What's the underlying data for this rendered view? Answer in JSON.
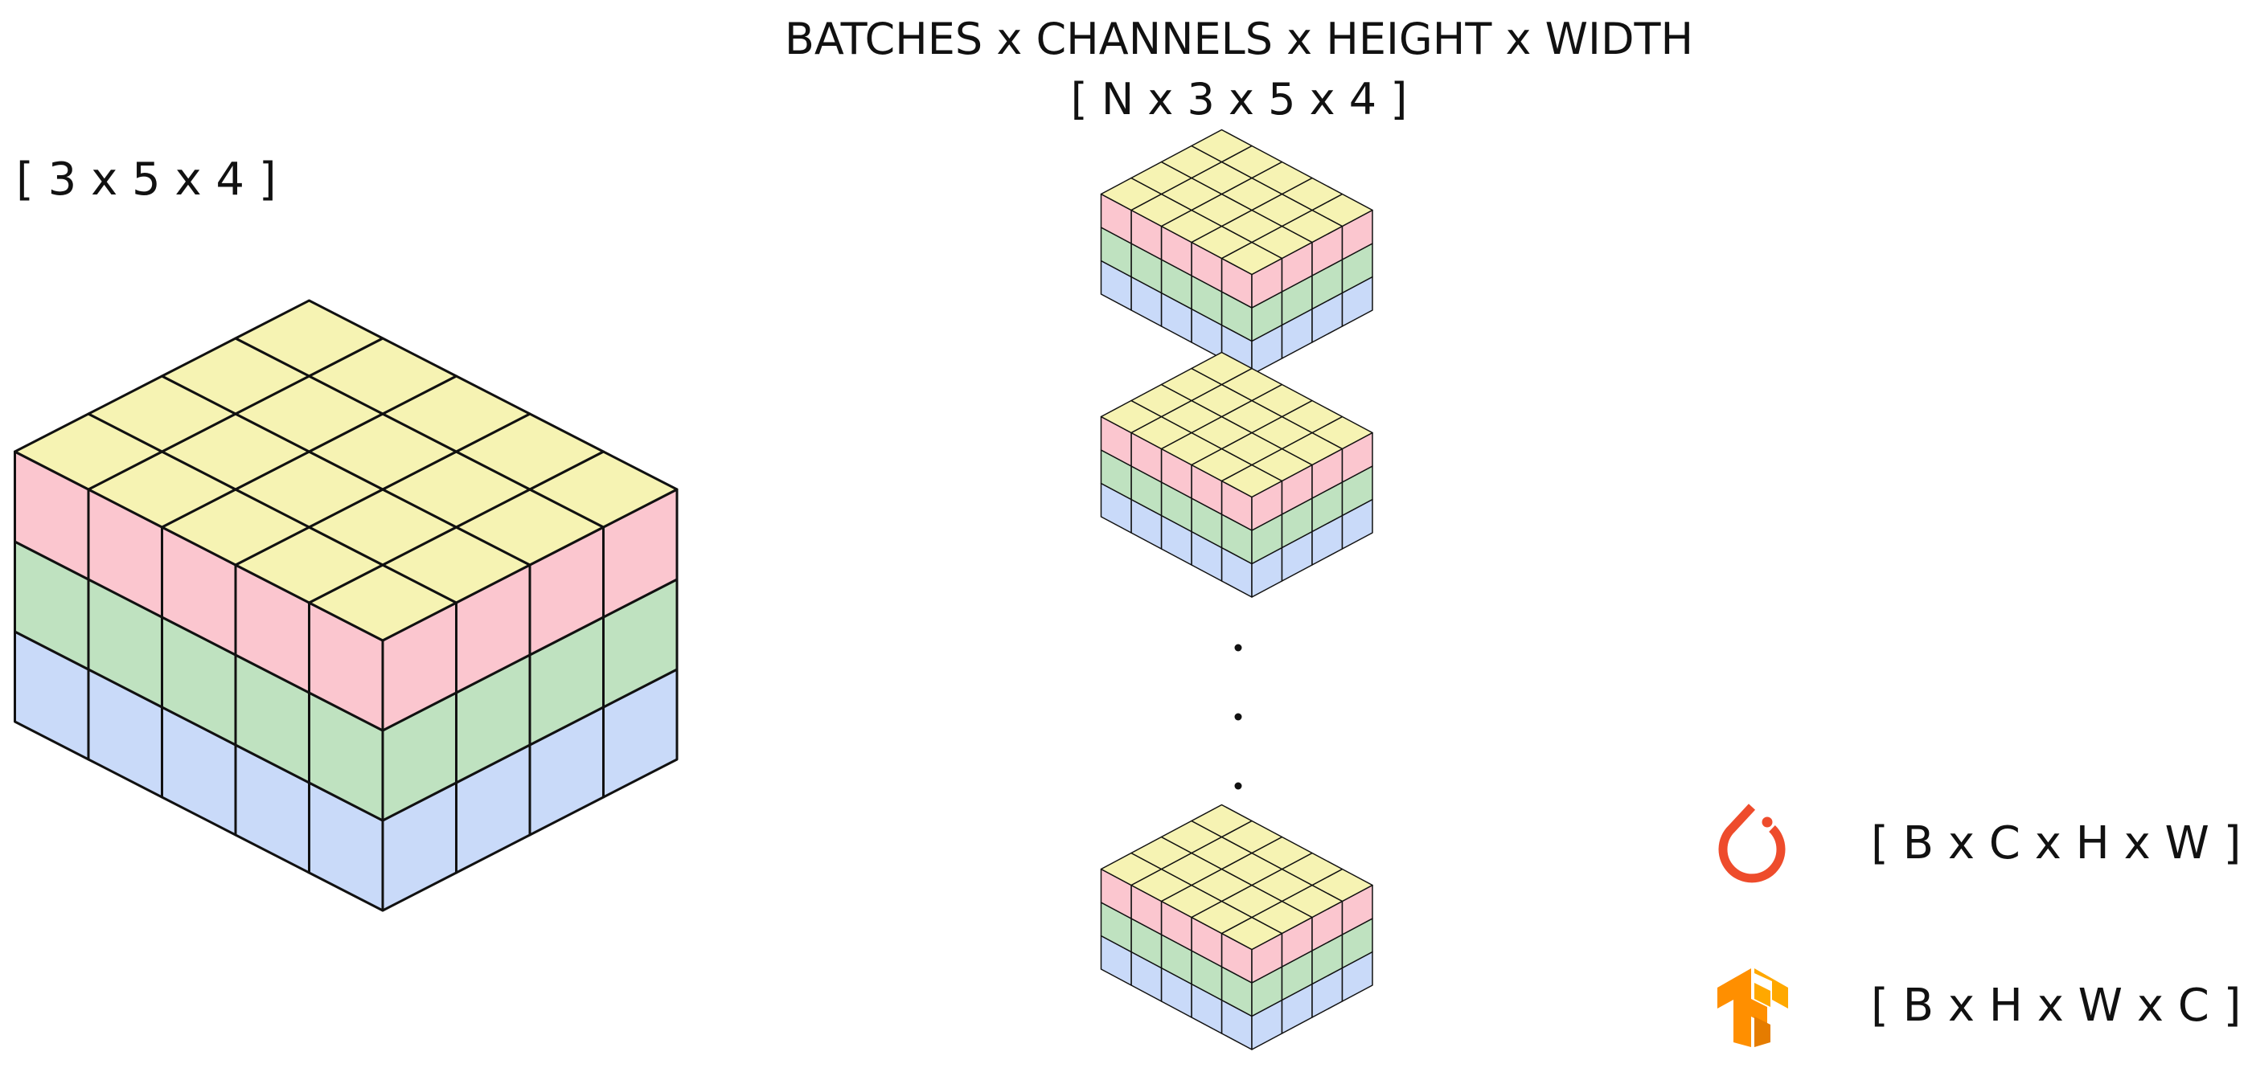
{
  "title": {
    "line1": "BATCHES x CHANNELS x HEIGHT x WIDTH",
    "line2": "[ N x 3 x 5 x 4 ]"
  },
  "single_tensor": {
    "label": "[ 3 x 5 x 4 ]",
    "channels": 3,
    "height": 5,
    "width": 4
  },
  "batch": {
    "visible_tensors": 3,
    "ellipsis_dots": 3
  },
  "colors": {
    "top_face": "#f6f3b3",
    "channel_1": "#fbc6cf",
    "channel_2": "#bfe2c0",
    "channel_3": "#c9daf9",
    "edge": "#111111",
    "pytorch": "#ee4c2c",
    "tensorflow": "#ff8f00"
  },
  "frameworks": [
    {
      "icon": "pytorch-icon",
      "layout": "[ B x C x H x W ]"
    },
    {
      "icon": "tensorflow-icon",
      "layout": "[ B x H x W x C ]"
    }
  ]
}
